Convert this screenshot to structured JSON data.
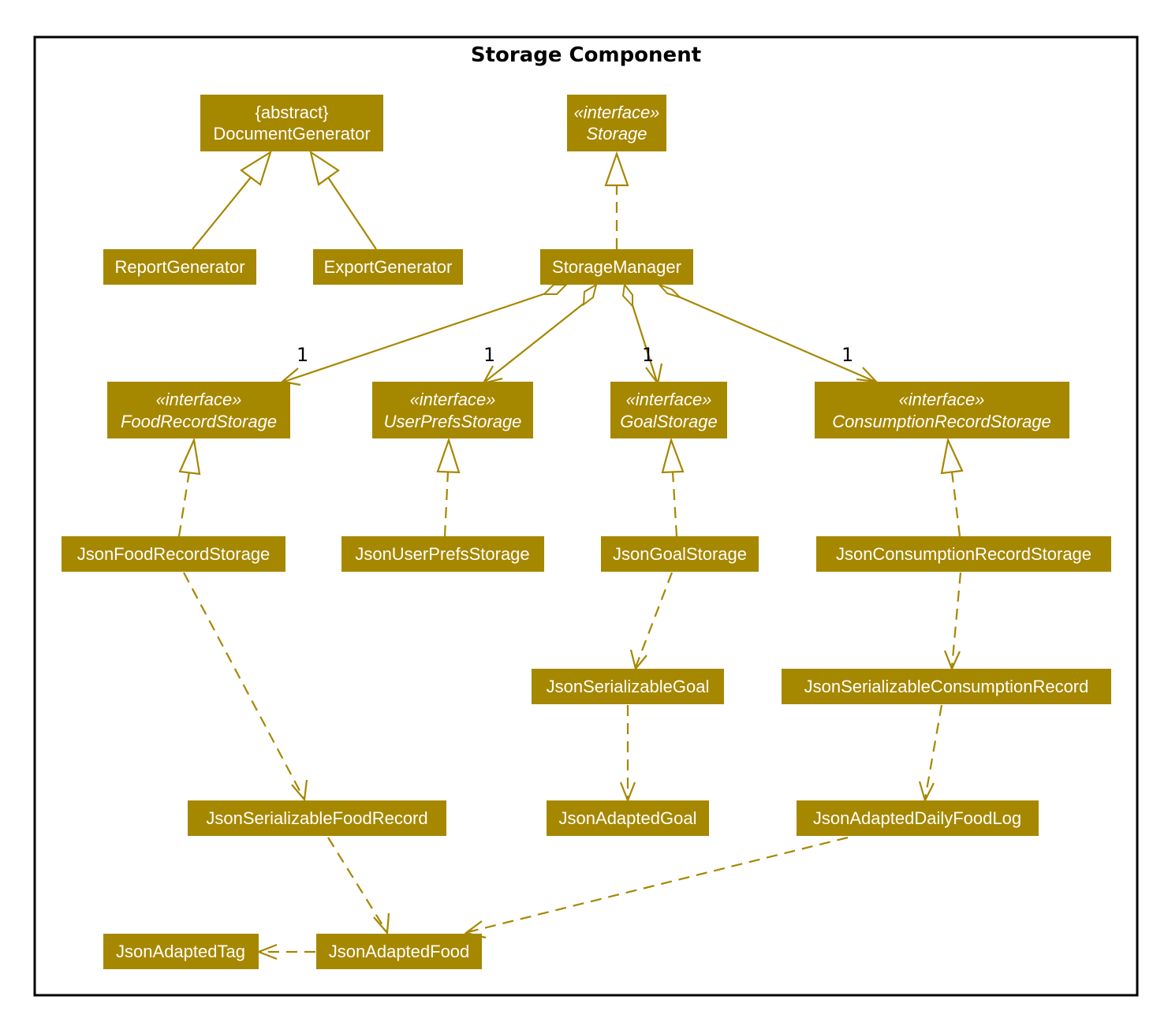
{
  "package": {
    "title": "Storage Component"
  },
  "classes": {
    "document_generator": {
      "stereotype": "{abstract}",
      "name": "DocumentGenerator"
    },
    "report_generator": {
      "name": "ReportGenerator"
    },
    "export_generator": {
      "name": "ExportGenerator"
    },
    "storage": {
      "stereotype": "«interface»",
      "name": "Storage"
    },
    "storage_manager": {
      "name": "StorageManager"
    },
    "food_record_storage": {
      "stereotype": "«interface»",
      "name": "FoodRecordStorage"
    },
    "user_prefs_storage": {
      "stereotype": "«interface»",
      "name": "UserPrefsStorage"
    },
    "goal_storage": {
      "stereotype": "«interface»",
      "name": "GoalStorage"
    },
    "consumption_record_storage": {
      "stereotype": "«interface»",
      "name": "ConsumptionRecordStorage"
    },
    "json_food_record_storage": {
      "name": "JsonFoodRecordStorage"
    },
    "json_user_prefs_storage": {
      "name": "JsonUserPrefsStorage"
    },
    "json_goal_storage": {
      "name": "JsonGoalStorage"
    },
    "json_consumption_record_storage": {
      "name": "JsonConsumptionRecordStorage"
    },
    "json_serializable_goal": {
      "name": "JsonSerializableGoal"
    },
    "json_serializable_consumption_record": {
      "name": "JsonSerializableConsumptionRecord"
    },
    "json_serializable_food_record": {
      "name": "JsonSerializableFoodRecord"
    },
    "json_adapted_goal": {
      "name": "JsonAdaptedGoal"
    },
    "json_adapted_daily_food_log": {
      "name": "JsonAdaptedDailyFoodLog"
    },
    "json_adapted_tag": {
      "name": "JsonAdaptedTag"
    },
    "json_adapted_food": {
      "name": "JsonAdaptedFood"
    }
  },
  "multiplicities": {
    "food_record": "1",
    "user_prefs": "1",
    "goal": "1",
    "consumption_record": "1"
  },
  "colors": {
    "class_fill": "#a68700",
    "class_text": "#ffffff",
    "edge": "#a68700"
  }
}
